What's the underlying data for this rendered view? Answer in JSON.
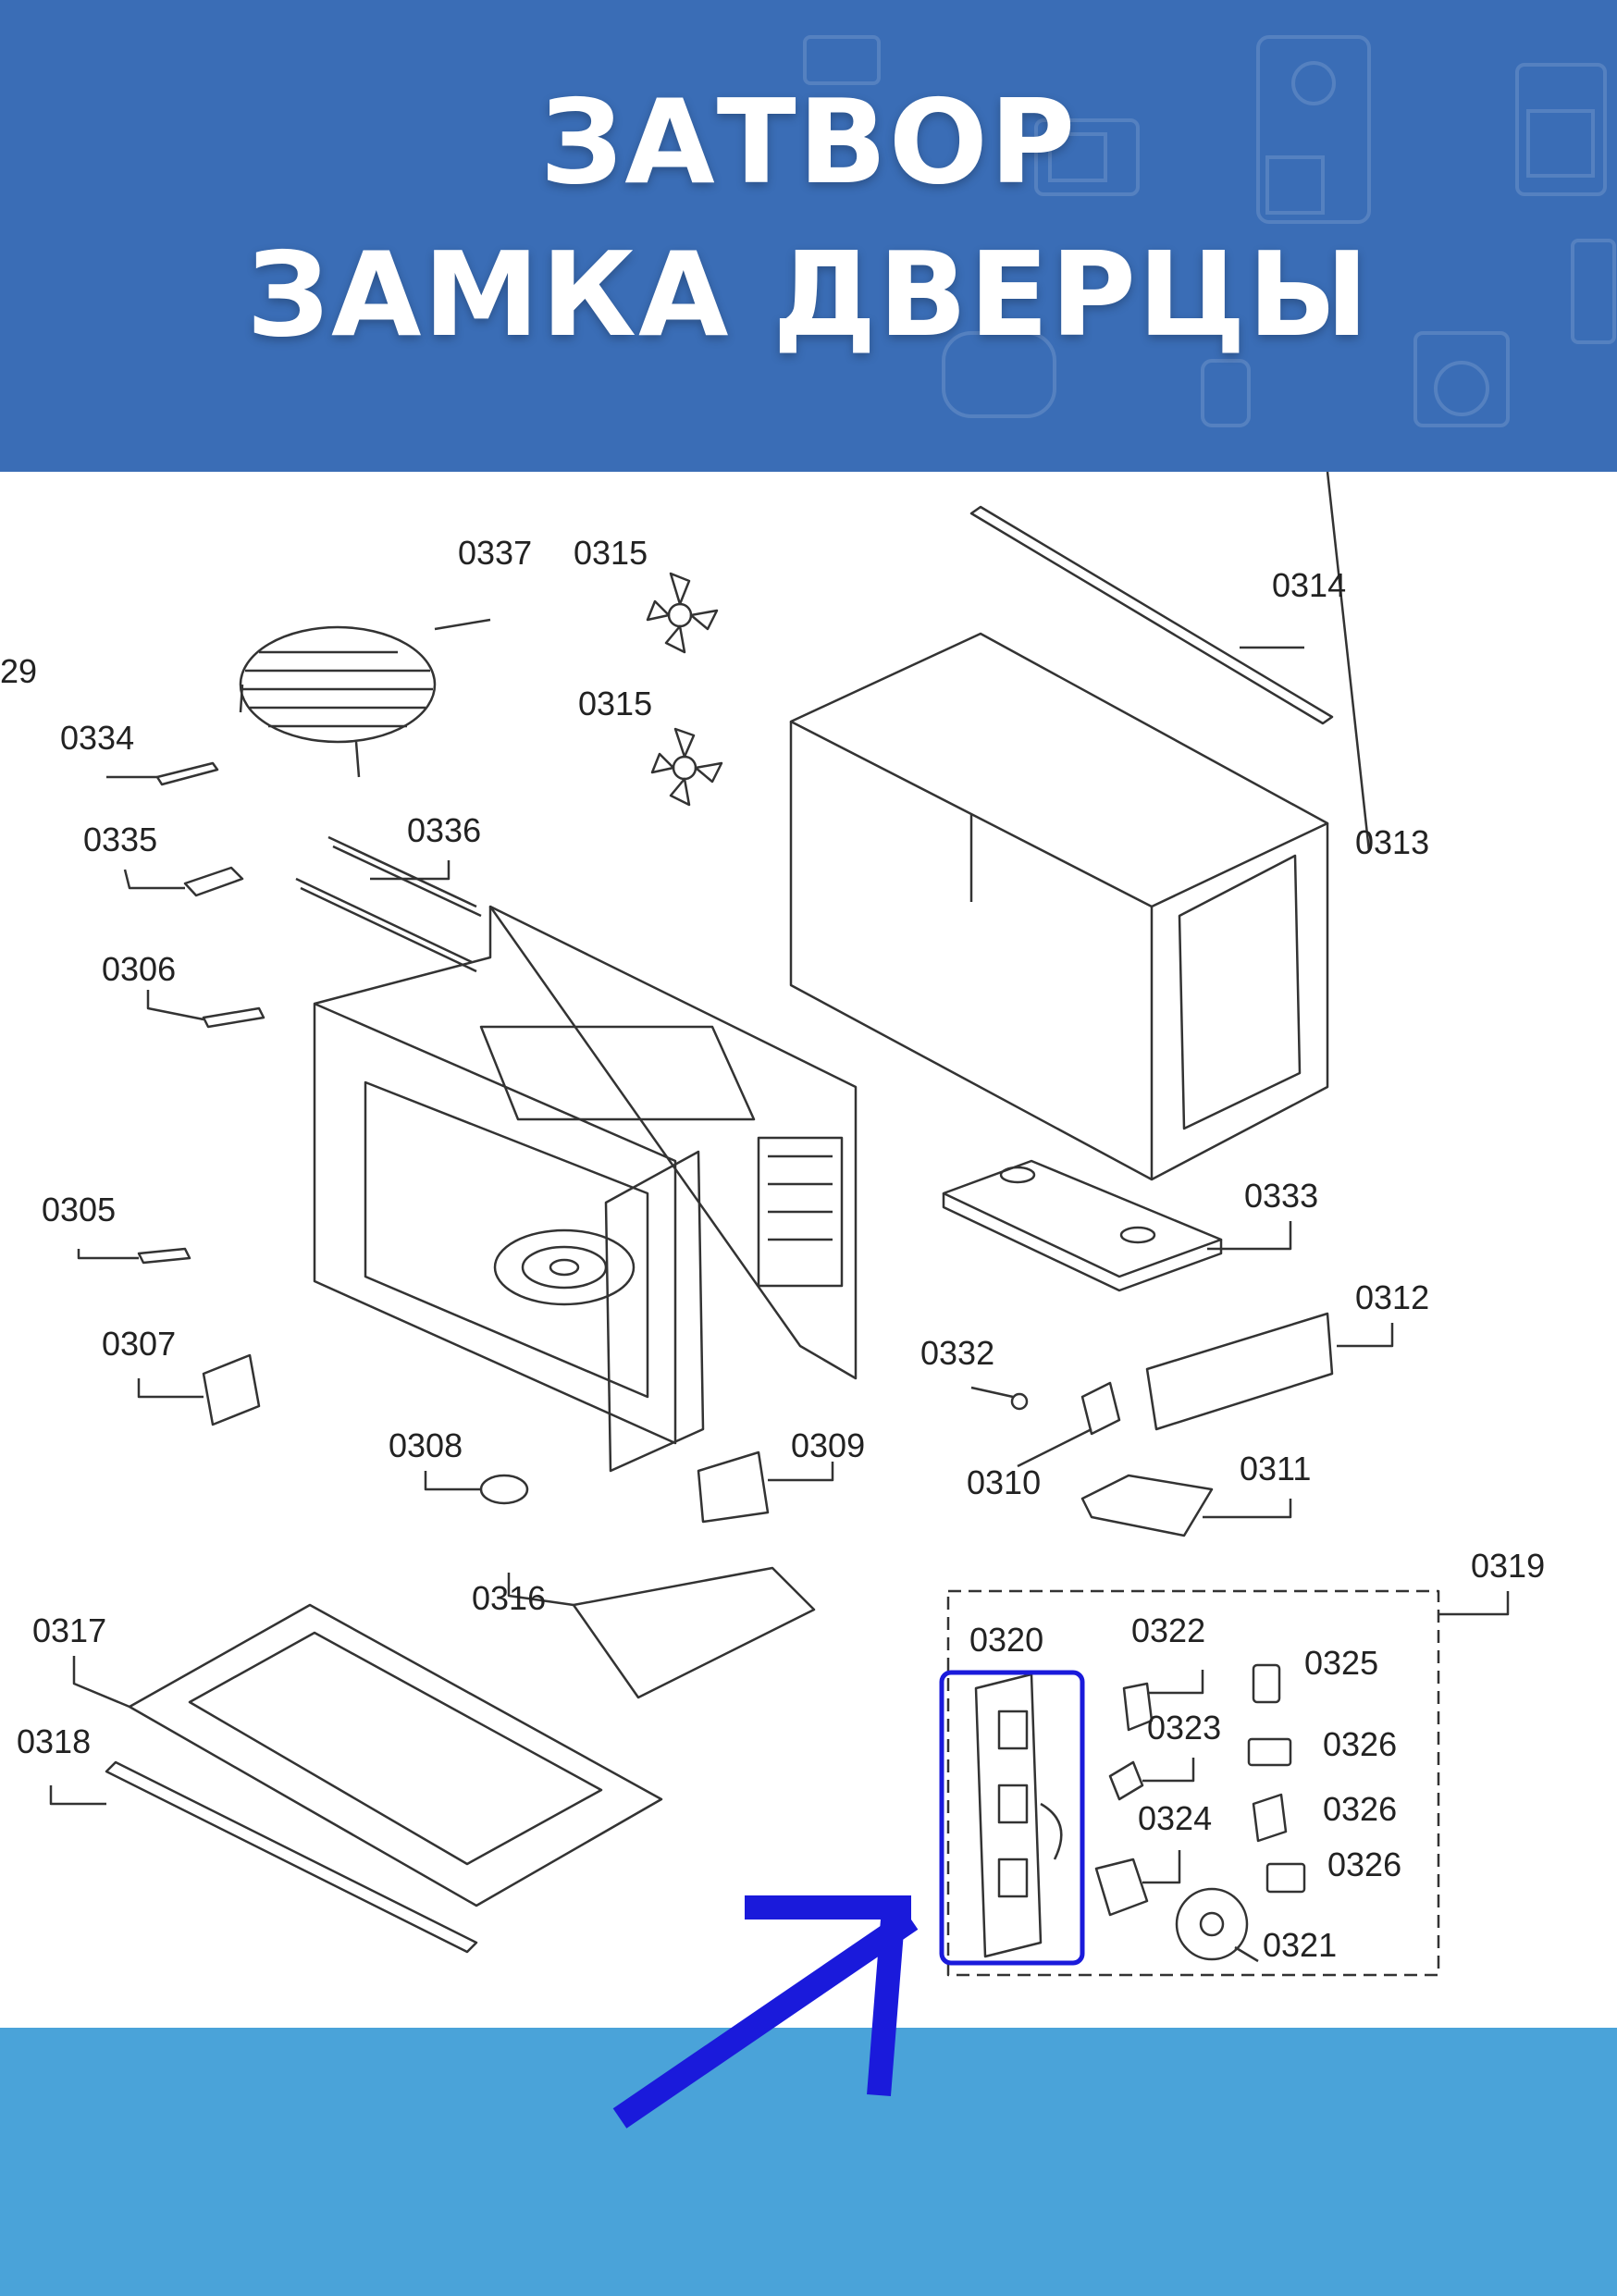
{
  "header": {
    "title_line_1": "ЗАТВОР",
    "title_line_2": "ЗАМКА ДВЕРЦЫ"
  },
  "colors": {
    "header_bg": "#3a6db6",
    "footer_bg": "#4aa3d9",
    "highlight": "#1a1adb",
    "drawing": "#333333"
  },
  "diagram": {
    "part_labels": {
      "p0329": "29",
      "p0337": "0337",
      "p0315a": "0315",
      "p0315b": "0315",
      "p0314": "0314",
      "p0334": "0334",
      "p0335": "0335",
      "p0336": "0336",
      "p0313": "0313",
      "p0306": "0306",
      "p0305": "0305",
      "p0333": "0333",
      "p0312": "0312",
      "p0307": "0307",
      "p0332": "0332",
      "p0308": "0308",
      "p0309": "0309",
      "p0310": "0310",
      "p0311": "0311",
      "p0319": "0319",
      "p0316": "0316",
      "p0317": "0317",
      "p0320": "0320",
      "p0322": "0322",
      "p0325": "0325",
      "p0318": "0318",
      "p0323": "0323",
      "p0326a": "0326",
      "p0326b": "0326",
      "p0324": "0324",
      "p0326c": "0326",
      "p0321": "0321"
    },
    "highlighted_part": "0320"
  }
}
